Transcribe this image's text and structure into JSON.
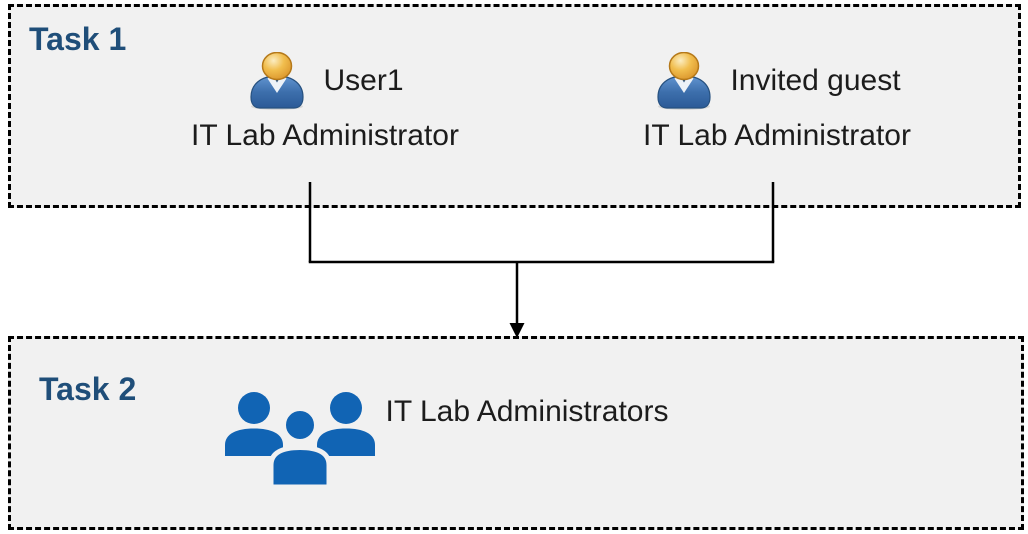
{
  "diagram": {
    "task1": {
      "label": "Task 1",
      "persons": [
        {
          "name": "User1",
          "role": "IT Lab Administrator"
        },
        {
          "name": "Invited guest",
          "role": "IT Lab Administrator"
        }
      ]
    },
    "task2": {
      "label": "Task 2",
      "group_name": "IT Lab Administrators"
    },
    "connector": {
      "description": "Lines from both Task 1 persons merge and point down into Task 2 group",
      "from": [
        "User1",
        "Invited guest"
      ],
      "to": "IT Lab Administrators"
    },
    "icons": {
      "person": "person-icon (gold head, blue body, white collar)",
      "group": "group-icon (three blue people silhouettes)"
    },
    "colors": {
      "task_label": "#1F4E79",
      "box_background": "#F1F1F1",
      "box_border": "#000000",
      "connector_line": "#000000",
      "group_icon_blue": "#1164B4",
      "person_head_gold": "#E8A33D",
      "person_body_blue": "#3D6FAC",
      "body_text": "#1C1C1C"
    }
  }
}
